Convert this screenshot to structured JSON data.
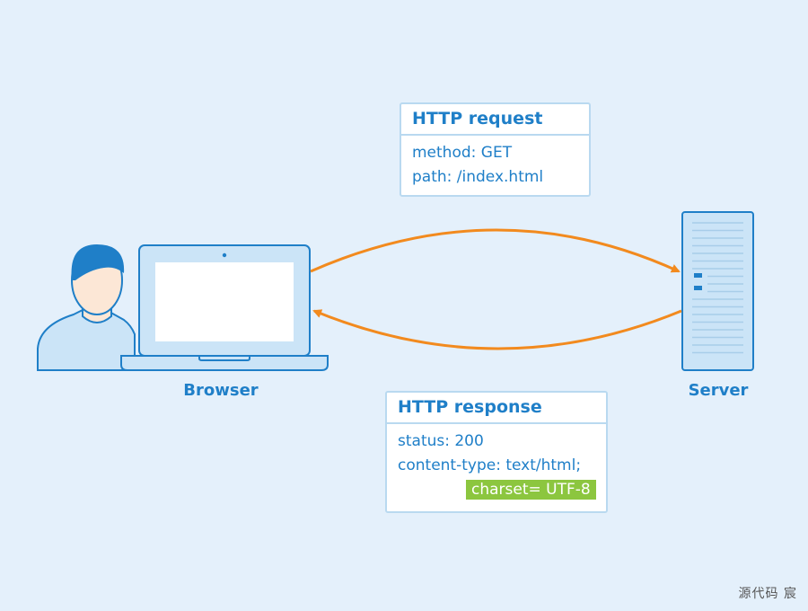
{
  "request": {
    "title": "HTTP request",
    "method_line": "method: GET",
    "path_line": "path: /index.html"
  },
  "response": {
    "title": "HTTP response",
    "status_line": "status: 200",
    "content_type_line": "content-type: text/html;",
    "charset_badge": "charset= UTF-8"
  },
  "nodes": {
    "browser_label": "Browser",
    "server_label": "Server"
  },
  "watermark": "源代码  宸",
  "colors": {
    "background": "#e4f0fb",
    "primary_blue": "#1f7fc8",
    "light_blue": "#cbe4f7",
    "arrow_orange": "#f28a1e",
    "badge_green": "#8cc63f"
  },
  "icons": [
    "user-icon",
    "laptop-icon",
    "server-icon"
  ]
}
